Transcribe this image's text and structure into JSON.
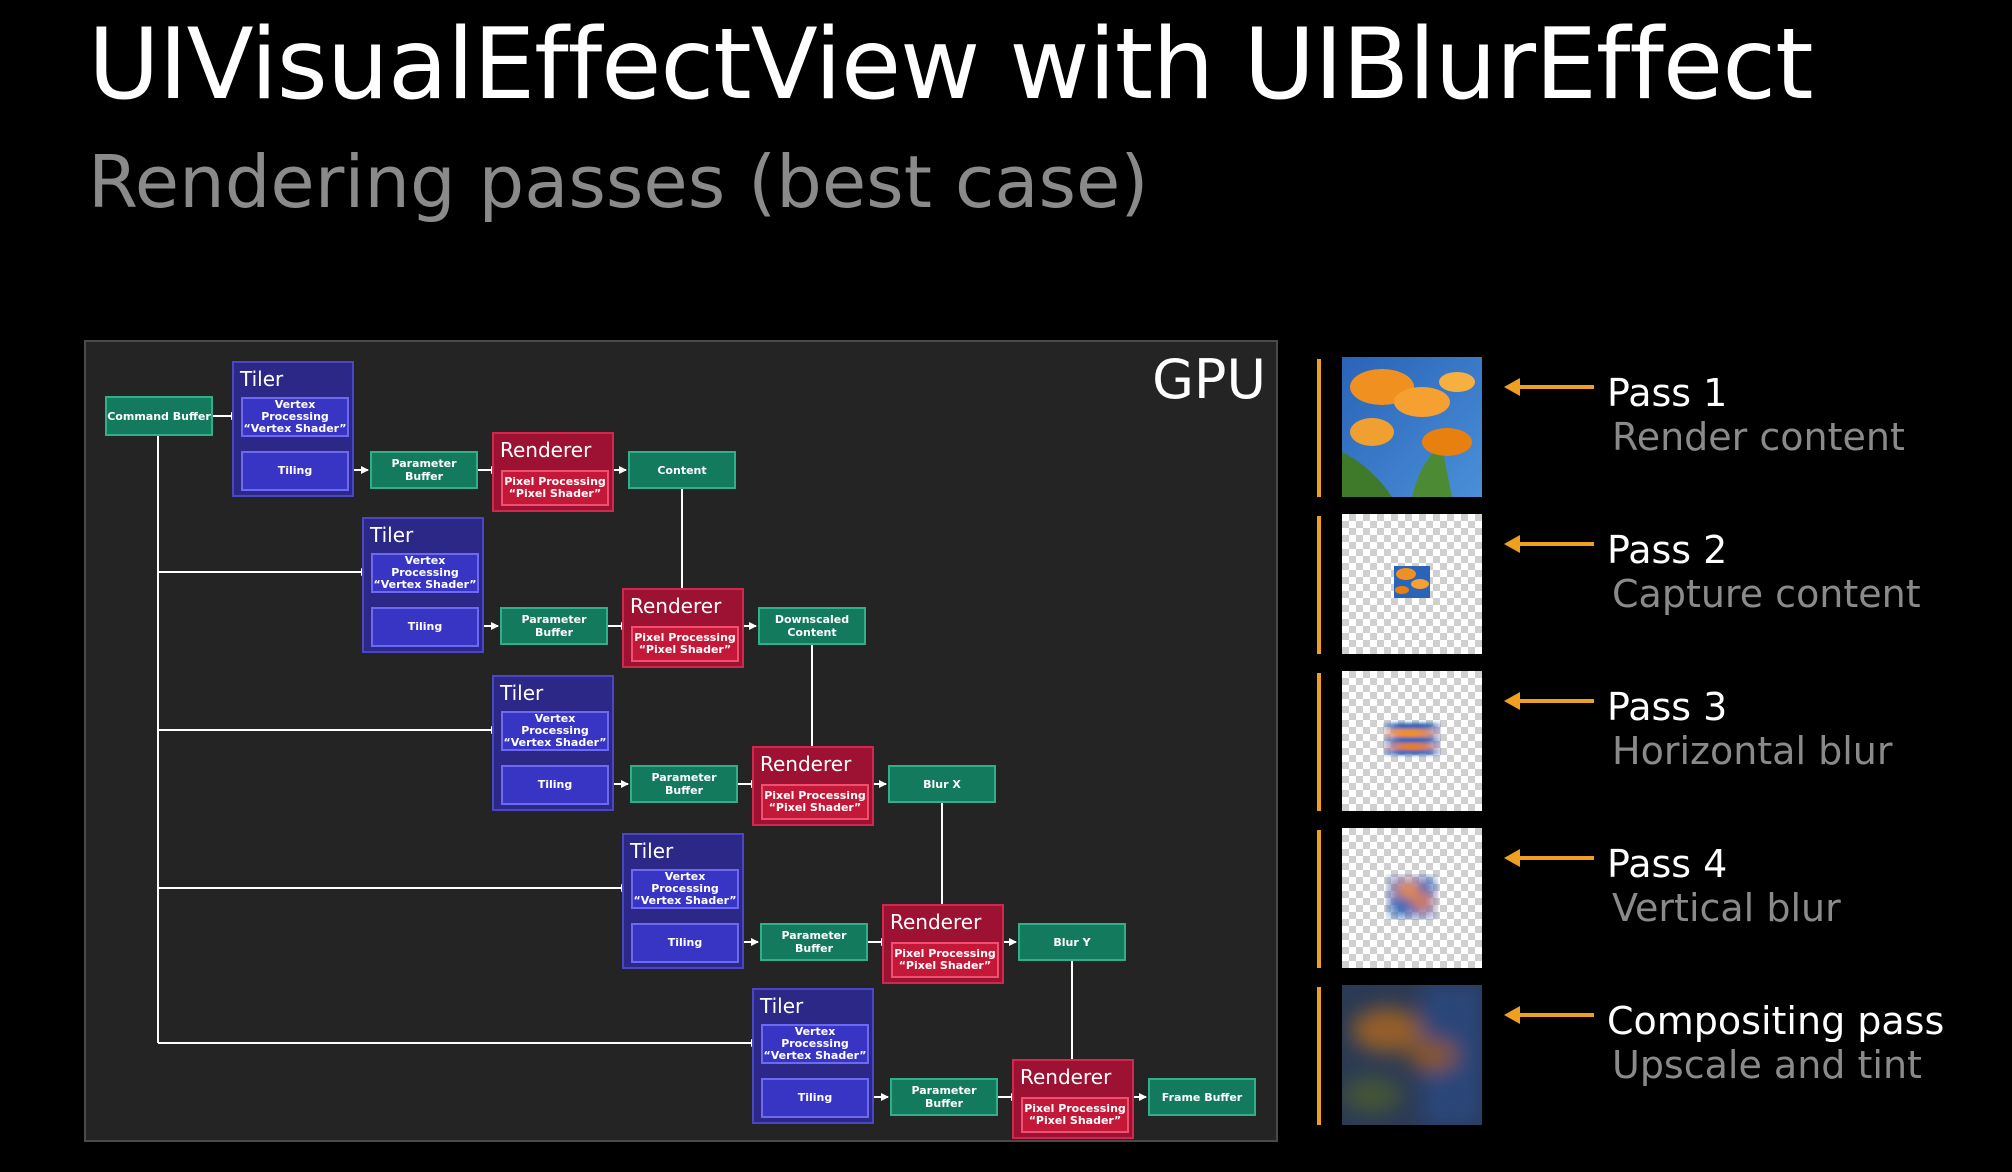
{
  "title": "UIVisualEffectView with UIBlurEffect",
  "subtitle": "Rendering passes (best case)",
  "gpu": {
    "label": "GPU",
    "command_buffer": "Command Buffer",
    "rows": [
      {
        "tiler": "Tiler",
        "vertex": "Vertex Processing\n“Vertex Shader”",
        "tiling": "Tiling",
        "param": "Parameter Buffer",
        "renderer": "Renderer",
        "pixel": "Pixel Processing\n“Pixel Shader”",
        "output": "Content"
      },
      {
        "tiler": "Tiler",
        "vertex": "Vertex Processing\n“Vertex Shader”",
        "tiling": "Tiling",
        "param": "Parameter Buffer",
        "renderer": "Renderer",
        "pixel": "Pixel Processing\n“Pixel Shader”",
        "output": "Downscaled\nContent"
      },
      {
        "tiler": "Tiler",
        "vertex": "Vertex Processing\n“Vertex Shader”",
        "tiling": "Tiling",
        "param": "Parameter Buffer",
        "renderer": "Renderer",
        "pixel": "Pixel Processing\n“Pixel Shader”",
        "output": "Blur X"
      },
      {
        "tiler": "Tiler",
        "vertex": "Vertex Processing\n“Vertex Shader”",
        "tiling": "Tiling",
        "param": "Parameter Buffer",
        "renderer": "Renderer",
        "pixel": "Pixel Processing\n“Pixel Shader”",
        "output": "Blur Y"
      },
      {
        "tiler": "Tiler",
        "vertex": "Vertex Processing\n“Vertex Shader”",
        "tiling": "Tiling",
        "param": "Parameter Buffer",
        "renderer": "Renderer",
        "pixel": "Pixel Processing\n“Pixel Shader”",
        "output": "Frame Buffer"
      }
    ]
  },
  "passes": [
    {
      "title": "Pass 1",
      "subtitle": "Render content",
      "thumb": "rendered-content"
    },
    {
      "title": "Pass 2",
      "subtitle": "Capture content",
      "thumb": "captured-content"
    },
    {
      "title": "Pass 3",
      "subtitle": "Horizontal blur",
      "thumb": "horizontal-blur"
    },
    {
      "title": "Pass 4",
      "subtitle": "Vertical blur",
      "thumb": "vertical-blur"
    },
    {
      "title": "Compositing pass",
      "subtitle": "Upscale and tint",
      "thumb": "upscaled-tinted"
    }
  ],
  "colors": {
    "tiler": "#2b2888",
    "renderer": "#9d1232",
    "buffer": "#137a5e",
    "accent": "#f0a020"
  }
}
